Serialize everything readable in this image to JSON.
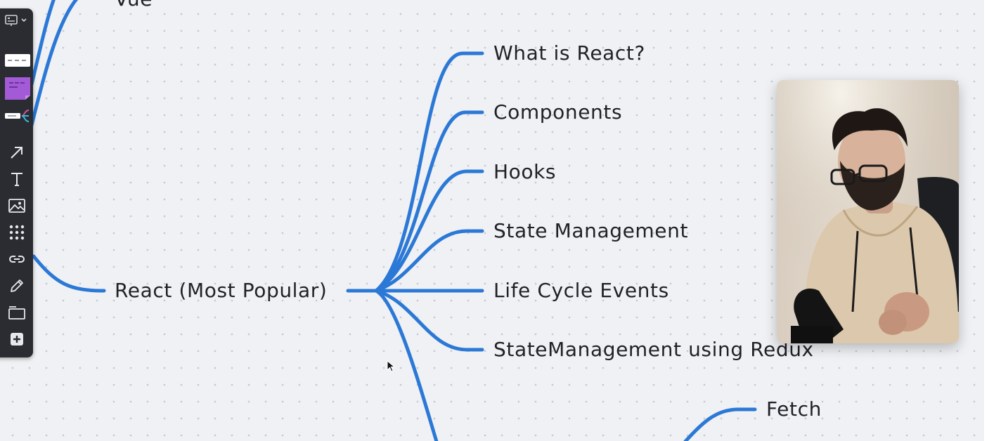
{
  "mindmap": {
    "root": "React (Most Popular)",
    "top_partial": "Vue",
    "children": [
      "What is React?",
      "Components",
      "Hooks",
      "State Management",
      "Life Cycle Events",
      "StateManagement using Redux"
    ],
    "lower_child": "Fetch"
  },
  "colors": {
    "branch": "#2b78d6",
    "canvas": "#eff1f4",
    "toolbar": "#2a2c31",
    "sticky_note": "#a35ad6"
  },
  "toolbar": {
    "items": [
      "presentation-icon",
      "card-template-icon",
      "sticky-note-icon",
      "mindmap-template-icon",
      "arrow-icon",
      "text-icon",
      "image-icon",
      "apps-grid-icon",
      "link-icon",
      "pen-icon",
      "frame-icon",
      "add-icon"
    ]
  }
}
